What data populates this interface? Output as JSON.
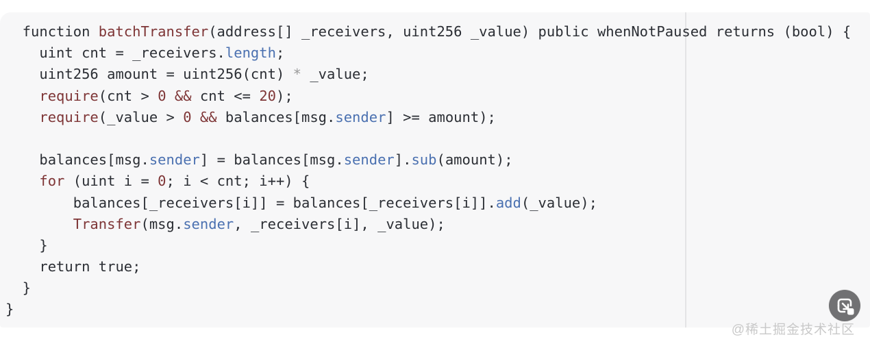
{
  "page": {
    "background_color": "#ffffff"
  },
  "code_block": {
    "language": "solidity",
    "background_color": "#f7f7f8",
    "ruler_color": "#e4e4e6",
    "token_colors": {
      "p": "#2b2e34",
      "r": "#7e3536",
      "b": "#4a70b0",
      "o": "#9a9a9a"
    },
    "lines": [
      [
        [
          "  function ",
          "p"
        ],
        [
          "batchTransfer",
          "r"
        ],
        [
          "(address[] _receivers, uint256 _value) public whenNotPaused returns (bool) {",
          "p"
        ]
      ],
      [
        [
          "    uint cnt = _receivers.",
          "p"
        ],
        [
          "length",
          "b"
        ],
        [
          ";",
          "p"
        ]
      ],
      [
        [
          "    uint256 amount = uint256(cnt) ",
          "p"
        ],
        [
          "*",
          "o"
        ],
        [
          " _value;",
          "p"
        ]
      ],
      [
        [
          "    ",
          "p"
        ],
        [
          "require",
          "r"
        ],
        [
          "(cnt > ",
          "p"
        ],
        [
          "0",
          "r"
        ],
        [
          " ",
          "p"
        ],
        [
          "&&",
          "r"
        ],
        [
          " cnt <= ",
          "p"
        ],
        [
          "20",
          "r"
        ],
        [
          ");",
          "p"
        ]
      ],
      [
        [
          "    ",
          "p"
        ],
        [
          "require",
          "r"
        ],
        [
          "(_value > ",
          "p"
        ],
        [
          "0",
          "r"
        ],
        [
          " ",
          "p"
        ],
        [
          "&&",
          "r"
        ],
        [
          " balances[msg.",
          "p"
        ],
        [
          "sender",
          "b"
        ],
        [
          "] >= amount);",
          "p"
        ]
      ],
      [],
      [
        [
          "    balances[msg.",
          "p"
        ],
        [
          "sender",
          "b"
        ],
        [
          "] = balances[msg.",
          "p"
        ],
        [
          "sender",
          "b"
        ],
        [
          "].",
          "p"
        ],
        [
          "sub",
          "b"
        ],
        [
          "(amount);",
          "p"
        ]
      ],
      [
        [
          "    ",
          "p"
        ],
        [
          "for",
          "r"
        ],
        [
          " (uint i = ",
          "p"
        ],
        [
          "0",
          "r"
        ],
        [
          "; i < cnt; i++) {",
          "p"
        ]
      ],
      [
        [
          "        balances[_receivers[i]] = balances[_receivers[i]].",
          "p"
        ],
        [
          "add",
          "b"
        ],
        [
          "(_value);",
          "p"
        ]
      ],
      [
        [
          "        ",
          "p"
        ],
        [
          "Transfer",
          "r"
        ],
        [
          "(msg.",
          "p"
        ],
        [
          "sender",
          "b"
        ],
        [
          ", _receivers[i], _value);",
          "p"
        ]
      ],
      [
        [
          "    }",
          "p"
        ]
      ],
      [
        [
          "    return true;",
          "p"
        ]
      ],
      [
        [
          "  }",
          "p"
        ]
      ],
      [
        [
          "}",
          "p"
        ]
      ]
    ]
  },
  "zoom_badge": {
    "icon": "expand-image-icon",
    "background_color": "#717173",
    "icon_color": "#ffffff"
  },
  "watermark": {
    "text": "@稀土掘金技术社区",
    "color": "#c9c9c9"
  }
}
